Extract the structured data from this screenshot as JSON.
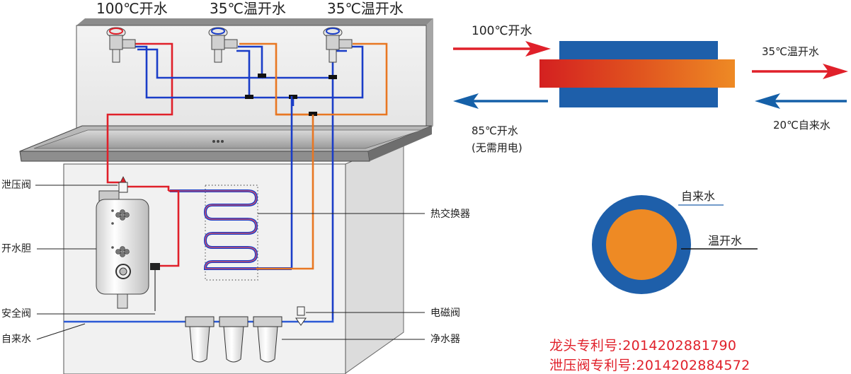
{
  "faucet_labels": {
    "hot": "100℃开水",
    "warm1": "35℃温开水",
    "warm2": "35℃温开水"
  },
  "left_labels": {
    "relief_valve": "泄压阀",
    "boiler": "开水胆",
    "safety_valve": "安全阀",
    "tap_water": "自来水"
  },
  "right_labels": {
    "heat_exchanger": "热交换器",
    "solenoid_valve": "电磁阀",
    "purifier": "净水器"
  },
  "flow_diagram": {
    "hot_in": "100℃开水",
    "warm_out": "35℃温开水",
    "boiled_out": "85℃开水",
    "boiled_note": "(无需用电)",
    "tap_in": "20℃自来水"
  },
  "cross_section": {
    "outer": "自来水",
    "inner": "温开水"
  },
  "patents": {
    "faucet": "龙头专利号:2014202881790",
    "valve": "泄压阀专利号:2014202884572"
  },
  "colors": {
    "hot": "#e0202a",
    "cold": "#1a3dc8",
    "warm": "#e87722",
    "navy": "#1560a8",
    "tap": "#2b59d6"
  }
}
